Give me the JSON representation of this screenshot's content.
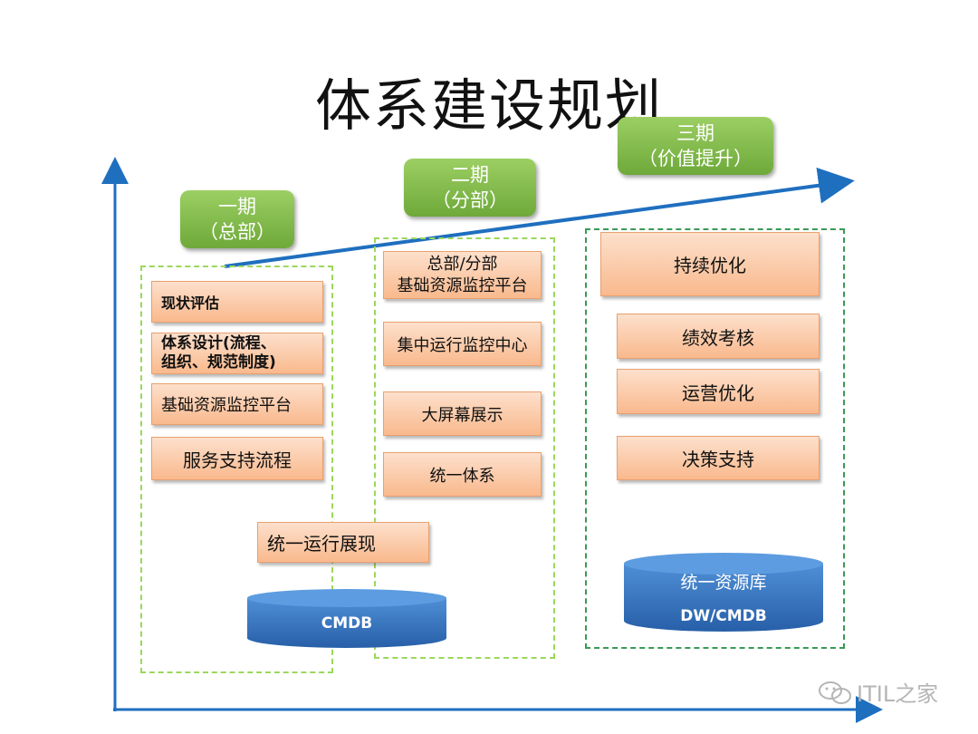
{
  "title": "体系建设规划",
  "phases": [
    {
      "line1": "一期",
      "line2": "（总部）"
    },
    {
      "line1": "二期",
      "line2": "（分部）"
    },
    {
      "line1": "三期",
      "line2": "（价值提升）"
    }
  ],
  "phase1": {
    "items": [
      "现状评估",
      "体系设计(流程、",
      "组织、规范制度)",
      "基础资源监控平台",
      "服务支持流程"
    ],
    "shared": "统一运行展现",
    "db": "CMDB"
  },
  "phase2": {
    "items": [
      "总部/分部",
      "基础资源监控平台",
      "集中运行监控中心",
      "大屏幕展示",
      "统一体系"
    ]
  },
  "phase3": {
    "items": [
      "持续优化",
      "绩效考核",
      "运营优化",
      "决策支持"
    ],
    "db_line1": "统一资源库",
    "db_line2": "DW/CMDB"
  },
  "watermark": "ITIL之家",
  "colors": {
    "axis": "#1f6fbf",
    "phase_green": "#7ab648",
    "box_orange": "#fbc8a4",
    "db_blue": "#3a78c2"
  }
}
